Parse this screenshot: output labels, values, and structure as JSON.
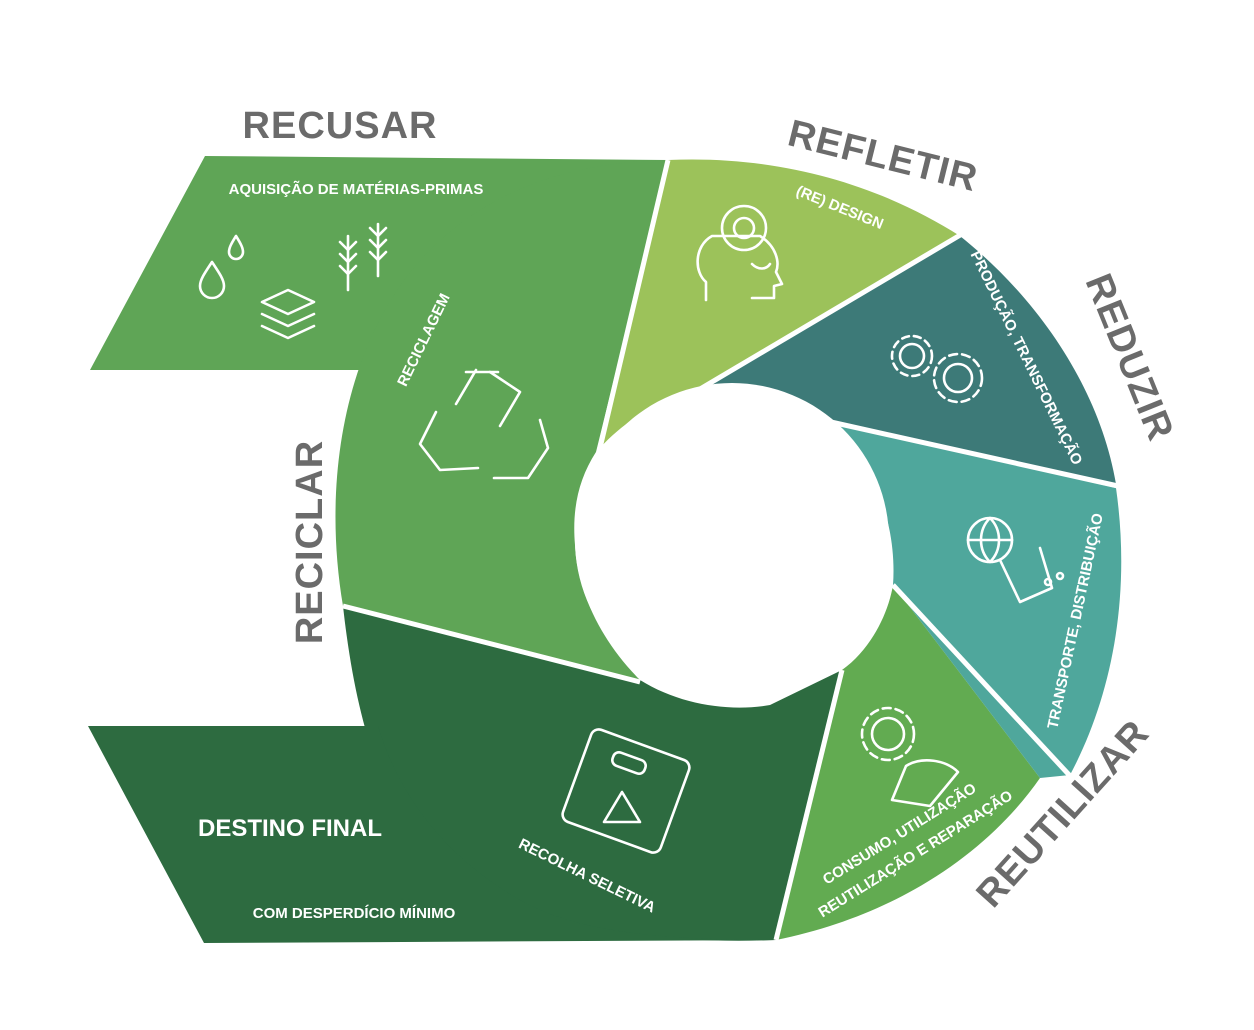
{
  "colors": {
    "recycle_green": "#5fa556",
    "dark_green": "#2d6b40",
    "light_green": "#9cc25a",
    "dark_teal": "#3d7a78",
    "teal": "#4fa79c",
    "mid_green": "#62ab51",
    "stage_text": "#6b6b6b"
  },
  "stages": {
    "recusar": "RECUSAR",
    "refletir": "REFLETIR",
    "reduzir": "REDUZIR",
    "reutilizar": "REUTILIZAR",
    "reciclar": "RECICLAR"
  },
  "segments": {
    "raw_materials": "AQUISIÇÃO DE MATÉRIAS-PRIMAS",
    "redesign": "(RE) DESIGN",
    "production": "PRODUÇÃO, TRANSFORMAÇÃO",
    "transport": "TRANSPORTE, DISTRIBUIÇÃO",
    "consumption_line1": "CONSUMO, UTILIZAÇÃO",
    "consumption_line2": "REUTILIZAÇÃO E REPARAÇÃO",
    "selective_collection": "RECOLHA SELETIVA",
    "recycling": "RECICLAGEM",
    "final_destination": "DESTINO FINAL",
    "minimal_waste": "COM DESPERDÍCIO MÍNIMO"
  },
  "icons": [
    "water-drops-icon",
    "layers-icon",
    "wheat-icon",
    "head-idea-icon",
    "gears-icon",
    "globe-cart-icon",
    "person-gear-icon",
    "recycle-bin-icon",
    "recycle-icon"
  ]
}
